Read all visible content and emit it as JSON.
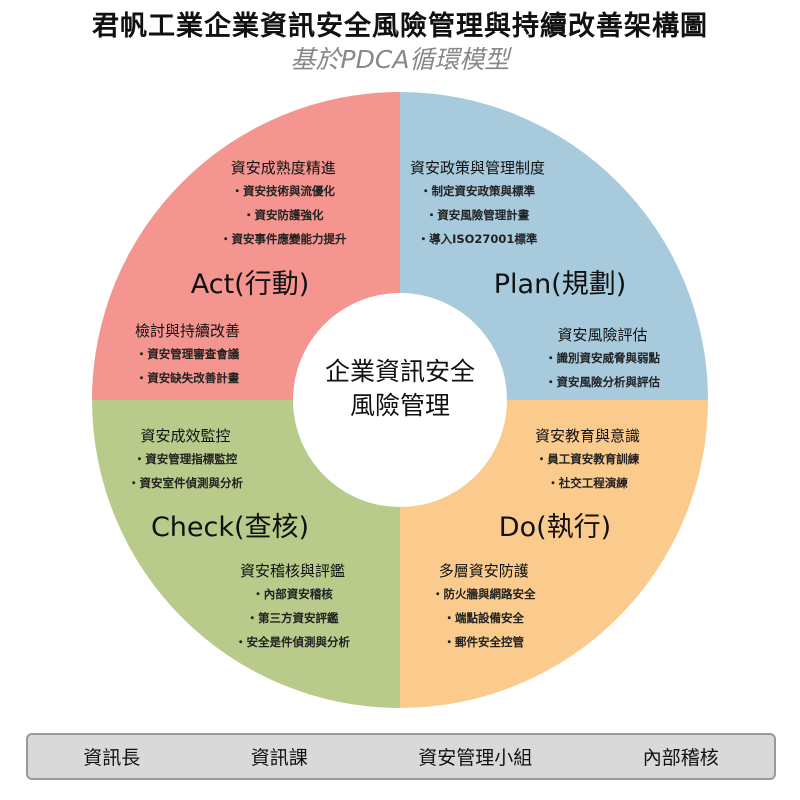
{
  "title": "君帆工業企業資訊安全風險管理與持續改善架構圖",
  "subtitle": "基於PDCA循環模型",
  "colors": {
    "act": "#F4958F",
    "plan": "#A8CADD",
    "check": "#B8CB8B",
    "do": "#FACB8D"
  },
  "center": {
    "line1": "企業資訊安全",
    "line2": "風險管理"
  },
  "act": {
    "label": "Act(行動)",
    "groups": [
      {
        "heading": "資安成熟度精進",
        "items": [
          "・資安技術與流優化",
          "・資安防護強化",
          "・資安事件應變能力提升"
        ]
      },
      {
        "heading": "檢討與持續改善",
        "items": [
          "・資安管理審查會議",
          "・資安缺失改善計畫"
        ]
      }
    ]
  },
  "plan": {
    "label": "Plan(規劃)",
    "groups": [
      {
        "heading": "資安政策與管理制度",
        "items": [
          "・制定資安政策與標準",
          "・資安風險管理計畫",
          "・導入ISO27001標準"
        ]
      },
      {
        "heading": "資安風險評估",
        "items": [
          "・識別資安威脅與弱點",
          "・資安風險分析與評估"
        ]
      }
    ]
  },
  "check": {
    "label": "Check(查核)",
    "groups": [
      {
        "heading": "資安成效監控",
        "items": [
          "・資安管理指標監控",
          "・資安室件偵測與分析"
        ]
      },
      {
        "heading": "資安稽核與評鑑",
        "items": [
          "・內部資安稽核",
          "・第三方資安評鑑",
          "・安全是件偵測與分析"
        ]
      }
    ]
  },
  "do": {
    "label": "Do(執行)",
    "groups": [
      {
        "heading": "資安教育與意識",
        "items": [
          "・員工資安教育訓練",
          "・社交工程演練"
        ]
      },
      {
        "heading": "多層資安防護",
        "items": [
          "・防火牆與網路安全",
          "・端點設備安全",
          "・郵件安全控管"
        ]
      }
    ]
  },
  "roles": [
    "資訊長",
    "資訊課",
    "資安管理小組",
    "內部稽核"
  ]
}
